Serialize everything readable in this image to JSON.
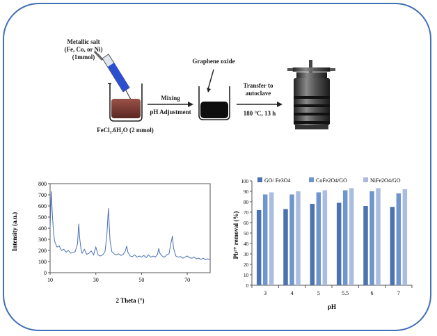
{
  "scheme": {
    "metallic_salt": [
      "Metallic salt",
      "(Fe, Co, or Ni)",
      "(1mmol)"
    ],
    "fecl3_label": "FeCl₃.6H₂O (2 mmol)",
    "mixing_label": "Mixing",
    "ph_label": "pH Adjustment",
    "graphene_label": "Graphene oxide",
    "transfer_label": [
      "Transfer to",
      "autoclave"
    ],
    "conditions_label": "180 °C, 13 h",
    "colors": {
      "beaker_liquid_1": "#7a3a33",
      "beaker_liquid_2": "#111111",
      "syringe": "#2a4fd1",
      "autoclave": "#333333"
    }
  },
  "chart_data": [
    {
      "type": "line",
      "xlabel": "2 Theta (°)",
      "ylabel": "Intensity (a.u.)",
      "xlim": [
        10,
        80
      ],
      "ylim": [
        0,
        800
      ],
      "xticks": [
        10,
        30,
        50,
        70
      ],
      "yticks": [
        0,
        100,
        200,
        300,
        400,
        500,
        600,
        700,
        800
      ],
      "color": "#4a6fb5",
      "x": [
        10,
        10.5,
        11,
        11.5,
        12,
        13,
        14,
        15,
        16,
        17,
        18,
        19,
        20,
        21,
        22,
        22.5,
        23,
        23.5,
        24,
        25,
        26,
        27,
        28,
        29,
        30,
        31,
        32,
        33,
        34,
        34.8,
        35.5,
        36.2,
        37,
        38,
        39,
        40,
        41,
        42,
        43,
        43.5,
        44,
        45,
        46,
        47,
        48,
        49,
        50,
        51,
        52,
        53,
        54,
        55,
        56,
        57,
        57.5,
        58,
        59,
        60,
        61,
        62,
        62.8,
        63.5,
        64,
        65,
        66,
        67,
        68,
        69,
        70,
        71,
        72,
        73,
        74,
        75,
        76,
        77,
        78,
        79,
        80
      ],
      "y": [
        400,
        730,
        520,
        360,
        280,
        230,
        240,
        200,
        210,
        185,
        200,
        175,
        180,
        190,
        260,
        440,
        300,
        210,
        175,
        210,
        165,
        175,
        195,
        160,
        230,
        160,
        150,
        160,
        190,
        330,
        580,
        290,
        190,
        170,
        160,
        170,
        155,
        165,
        200,
        240,
        185,
        150,
        145,
        160,
        140,
        150,
        140,
        155,
        135,
        160,
        140,
        150,
        140,
        165,
        220,
        175,
        150,
        140,
        160,
        170,
        260,
        330,
        220,
        150,
        140,
        145,
        130,
        140,
        150,
        135,
        130,
        140,
        125,
        130,
        120,
        130,
        115,
        125,
        115
      ]
    },
    {
      "type": "bar",
      "xlabel": "pH",
      "ylabel": "Pb²⁺ removal (%)",
      "ylim": [
        0,
        100
      ],
      "yticks": [
        0,
        10,
        20,
        30,
        40,
        50,
        60,
        70,
        80,
        90,
        100
      ],
      "categories": [
        "3",
        "4",
        "5",
        "5.5",
        "6",
        "7"
      ],
      "legend_position": "top",
      "series": [
        {
          "name": "GO/ Fe3O4",
          "color": "#4a73b0",
          "values": [
            72,
            73,
            78,
            79,
            76,
            75
          ]
        },
        {
          "name": "CoFe2O4/GO",
          "color": "#6f95cc",
          "values": [
            87,
            87,
            89,
            91,
            90,
            88
          ]
        },
        {
          "name": "NiFe2O4/GO",
          "color": "#aabde0",
          "values": [
            89,
            90,
            91,
            93,
            93,
            92
          ]
        }
      ]
    }
  ]
}
